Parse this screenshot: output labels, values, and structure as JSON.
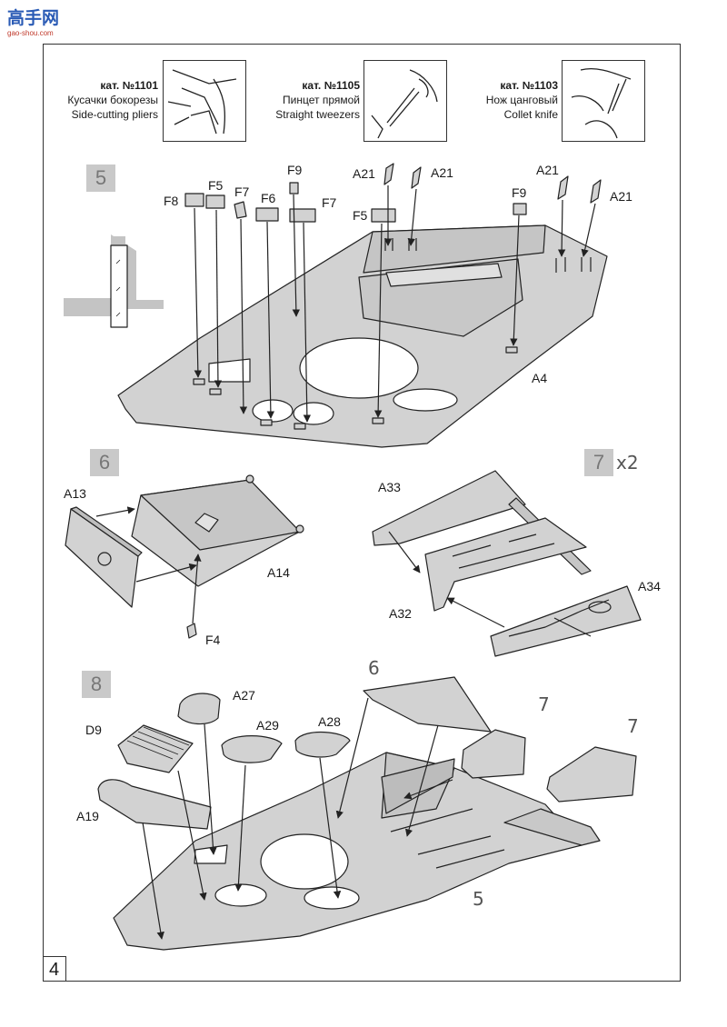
{
  "watermark": {
    "logo_text": "高手网",
    "url_text": "gao-shou.com"
  },
  "page_number": "4",
  "tools": [
    {
      "cat": "кат. №1101",
      "ru": "Кусачки бокорезы",
      "en": "Side-cutting pliers"
    },
    {
      "cat": "кат. №1105",
      "ru": "Пинцет прямой",
      "en": "Straight tweezers"
    },
    {
      "cat": "кат. №1103",
      "ru": "Нож цанговый",
      "en": "Collet knife"
    }
  ],
  "steps": {
    "s5": {
      "badge": "5",
      "labels": {
        "f8": "F8",
        "f5a": "F5",
        "f7a": "F7",
        "f6": "F6",
        "f9a": "F9",
        "f7b": "F7",
        "a21a": "A21",
        "a21b": "A21",
        "f5b": "F5",
        "f9b": "F9",
        "a21c": "A21",
        "a21d": "A21",
        "a4": "A4"
      }
    },
    "s6": {
      "badge": "6",
      "labels": {
        "a13": "A13",
        "a14": "A14",
        "f4": "F4"
      }
    },
    "s7": {
      "badge": "7",
      "multiplier": "x2",
      "labels": {
        "a33": "A33",
        "a32": "A32",
        "a34": "A34"
      }
    },
    "s8": {
      "badge": "8",
      "labels": {
        "a27": "A27",
        "a29": "A29",
        "a28": "A28",
        "d9": "D9",
        "a19": "A19"
      },
      "refs": {
        "r6": "6",
        "r7a": "7",
        "r7b": "7",
        "r5": "5"
      }
    }
  },
  "colors": {
    "part_fill": "#d2d2d2",
    "line": "#222222",
    "badge": "#c9c9c9"
  }
}
